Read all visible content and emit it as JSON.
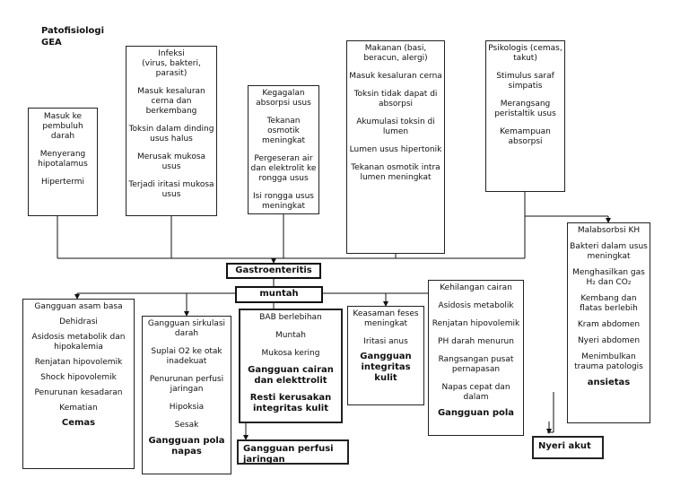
{
  "title": "Patofisiologi\nGEA",
  "boxes": {
    "b1": [
      "Masuk ke pembuluh darah",
      "Menyerang hipotalamus",
      "Hipertermi"
    ],
    "b2_head": [
      "Infeksi",
      "(virus, bakteri, parasit)"
    ],
    "b2": [
      "Masuk kesaluran cerna dan berkembang",
      "Toksin dalam dinding usus halus",
      "Merusak mukosa usus",
      "Terjadi iritasi mukosa usus"
    ],
    "b3": [
      "Kegagalan absorpsi usus",
      "Tekanan osmotik meningkat",
      "Pergeseran air dan elektrolit ke rongga usus",
      "Isi rongga usus meningkat"
    ],
    "b4": [
      "Makanan (basi, beracun, alergi)",
      "Masuk kesaluran cerna",
      "Toksin tidak dapat di absorpsi",
      "Akumulasi toksin di lumen",
      "Lumen usus hipertonik",
      "Tekanan osmotik intra lumen meningkat"
    ],
    "b5": [
      "Psikologis (cemas, takut)",
      "Stimulus saraf simpatis",
      "Merangsang peristaltik usus",
      "Kemampuan absorpsi"
    ],
    "gastro": "Gastroenteritis",
    "muntah": "muntah",
    "c1": [
      "Gangguan asam basa",
      "Dehidrasi",
      "Asidosis metabolik dan hipokalemia",
      "Renjatan hipovolemik",
      "Shock hipovolemik",
      "Penurunan kesadaran",
      "Kematian"
    ],
    "c1_bold": "Cemas",
    "c2": [
      "Gangguan sirkulasi darah",
      "Suplai O2 ke otak inadekuat",
      "Penurunan perfusi jaringan",
      "Hipoksia",
      "Sesak"
    ],
    "c2_bold": "Gangguan pola napas",
    "c3": [
      "BAB berlebihan",
      "Muntah",
      "Mukosa kering"
    ],
    "c3_bold1": "Gangguan cairan dan elekttrolit",
    "c3_bold2": "Resti kerusakan integritas kulit",
    "c3_out": "Gangguan perfusi jaringan",
    "c4": [
      "Keasaman feses meningkat",
      "Iritasi anus"
    ],
    "c4_bold": "Gangguan integritas kulit",
    "c5": [
      "Kehilangan cairan",
      "Asidosis metabolik",
      "Renjatan hipovolemik",
      "PH darah menurun",
      "Rangsangan pusat pernapasan",
      "Napas cepat dan dalam"
    ],
    "c5_cut": "Gangguan pola",
    "c6": [
      "Malabsorbsi KH",
      "Bakteri dalam usus meningkat",
      "Menghasilkan gas H₂ dan CO₂",
      "Kembang dan flatas berlebih",
      "Kram abdomen",
      "Nyeri abdomen",
      "Menimbulkan trauma patologis"
    ],
    "c6_bold": "ansietas",
    "nyeri": "Nyeri akut"
  }
}
